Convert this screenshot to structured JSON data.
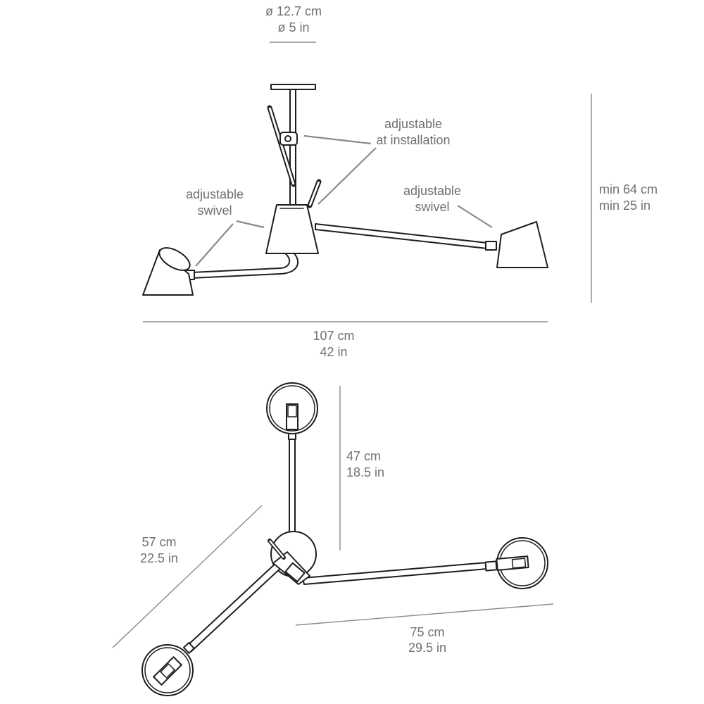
{
  "labels": {
    "canopy_cm": "ø 12.7 cm",
    "canopy_in": "ø 5 in",
    "install_line1": "adjustable",
    "install_line2": "at installation",
    "swivel_left_line1": "adjustable",
    "swivel_left_line2": "swivel",
    "swivel_right_line1": "adjustable",
    "swivel_right_line2": "swivel",
    "height_cm": "min 64 cm",
    "height_in": "min 25 in",
    "width_cm": "107 cm",
    "width_in": "42 in",
    "top_arm_cm": "47 cm",
    "top_arm_in": "18.5 in",
    "left_arm_cm": "57 cm",
    "left_arm_in": "22.5 in",
    "right_arm_cm": "75 cm",
    "right_arm_in": "29.5 in"
  }
}
